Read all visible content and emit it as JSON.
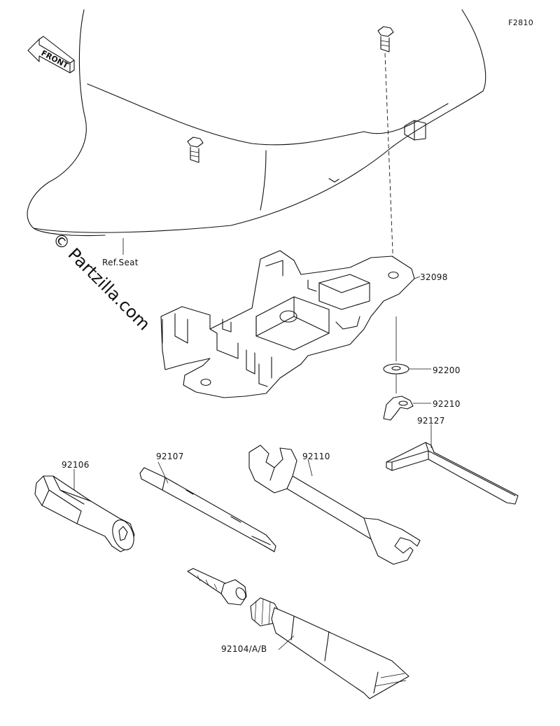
{
  "figure_code": "F2810",
  "front_arrow_label": "FRONT",
  "watermark": "© Partzilla.com",
  "callouts": {
    "ref_seat": "Ref.Seat",
    "p32098": "32098",
    "p92200": "92200",
    "p92210": "92210",
    "p92127": "92127",
    "p92106": "92106",
    "p92107": "92107",
    "p92110": "92110",
    "p92104": "92104/A/B"
  }
}
